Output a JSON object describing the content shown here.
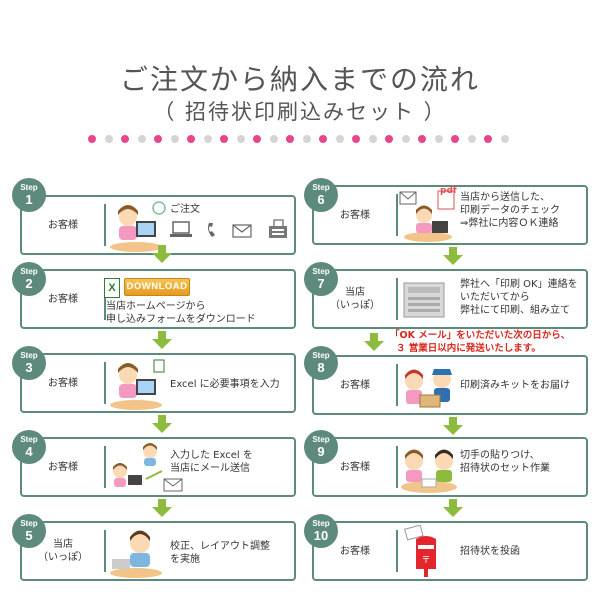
{
  "title": "ご注文から納入までの流れ",
  "subtitle": "（ 招待状印刷込みセット ）",
  "dot_colors": [
    "#e8458b",
    "#d5d5d5"
  ],
  "step_label": "Step",
  "accent_color": "#5d8a7c",
  "arrow_color": "#8dbb3e",
  "steps": [
    {
      "num": "1",
      "who": "お客様",
      "desc": "ご注文",
      "icons": [
        "computer-icon",
        "phone-icon",
        "mail-icon",
        "fax-icon"
      ]
    },
    {
      "num": "2",
      "who": "お客様",
      "desc_line1": "当店ホームページから",
      "desc_line2": "申し込みフォームをダウンロード",
      "button": "DOWNLOAD"
    },
    {
      "num": "3",
      "who": "お客様",
      "desc": "Excel に必要事項を入力"
    },
    {
      "num": "4",
      "who": "お客様",
      "desc_line1": "入力した Excel を",
      "desc_line2": "当店にメール送信"
    },
    {
      "num": "5",
      "who_line1": "当店",
      "who_line2": "（いっぽ）",
      "desc_line1": "校正、レイアウト調整",
      "desc_line2": "を実施"
    },
    {
      "num": "6",
      "who": "お客様",
      "desc_line1": "当店から送信した、",
      "desc_line2": "印刷データのチェック",
      "desc_line3": "⇒弊社に内容ＯＫ連絡"
    },
    {
      "num": "7",
      "who_line1": "当店",
      "who_line2": "（いっぽ）",
      "desc_line1": "弊社へ「印刷 OK」連絡を",
      "desc_line2": "いただいてから",
      "desc_line3": "弊社にて印刷、組み立て"
    },
    {
      "num": "8",
      "who": "お客様",
      "desc": "印刷済みキットをお届け"
    },
    {
      "num": "9",
      "who": "お客様",
      "desc_line1": "切手の貼りつけ、",
      "desc_line2": "招待状のセット作業"
    },
    {
      "num": "10",
      "who": "お客様",
      "desc": "招待状を投函"
    }
  ],
  "notice_line1": "「OK メール」をいただいた次の日から、",
  "notice_line2": "３ 営業日以内に発送いたします。",
  "notice_color": "#d9261c",
  "pdf_label": "pdf"
}
